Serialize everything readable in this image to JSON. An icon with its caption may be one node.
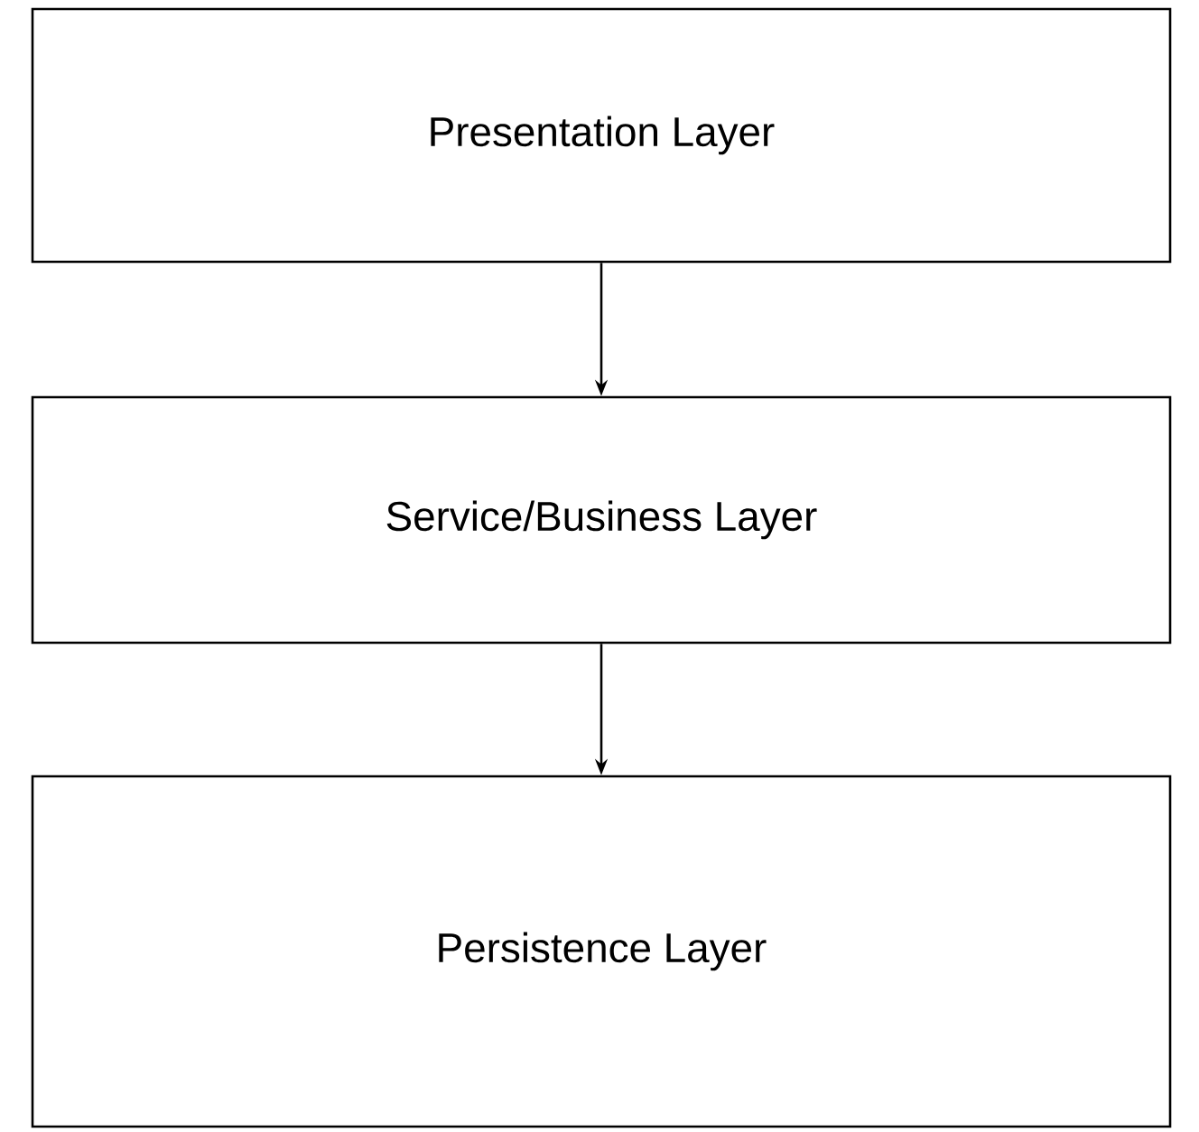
{
  "diagram": {
    "nodes": [
      {
        "text": [
          "Presentation Layer"
        ]
      },
      {
        "text": [
          "Service/Business Layer"
        ]
      },
      {
        "text": [
          "Persistence Layer"
        ]
      }
    ],
    "edges": [
      {
        "from": 0,
        "to": 1,
        "arrow": "to"
      },
      {
        "from": 1,
        "to": 2,
        "arrow": "to"
      }
    ]
  }
}
